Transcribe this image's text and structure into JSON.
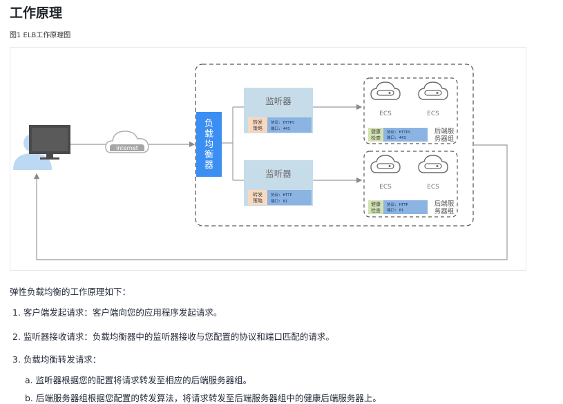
{
  "page": {
    "title": "工作原理",
    "figure_caption": "图1 ELB工作原理图"
  },
  "diagram": {
    "internet_label": "Internet",
    "load_balancer_label": "负载均衡器",
    "listeners": [
      {
        "title": "监听器",
        "policy_label": "转发策略",
        "protocol": "协议: HTTPS",
        "port": "端口: 443"
      },
      {
        "title": "监听器",
        "policy_label": "转发策略",
        "protocol": "协议: HTTP",
        "port": "端口: 81"
      }
    ],
    "backend_groups": [
      {
        "servers": [
          "ECS",
          "ECS"
        ],
        "health_label": "健康检查",
        "protocol": "协议: HTTPS",
        "port": "端口: 443",
        "group_label": "后端服务器组"
      },
      {
        "servers": [
          "ECS",
          "ECS"
        ],
        "health_label": "健康检查",
        "protocol": "协议: HTTP",
        "port": "端口: 81",
        "group_label": "后端服务器组"
      }
    ],
    "colors": {
      "load_balancer": "#3c8ff2",
      "listener_box": "#c6dce9",
      "policy_box": "#f8d9bf",
      "protocol_box": "#8cb4e3",
      "health_box": "#d4e3b2",
      "user": "#bdd8f2",
      "monitor": "#4a4a4a",
      "line": "#9b9b9b"
    }
  },
  "content": {
    "intro": "弹性负载均衡的工作原理如下：",
    "steps": [
      "1. 客户端发起请求：客户端向您的应用程序发起请求。",
      "2. 监听器接收请求：负载均衡器中的监听器接收与您配置的协议和端口匹配的请求。",
      "3. 负载均衡转发请求："
    ],
    "substeps": [
      "a. 监听器根据您的配置将请求转发至相应的后端服务器组。",
      "b. 后端服务器组根据您配置的转发算法，将请求转发至后端服务器组中的健康后端服务器上。"
    ]
  }
}
